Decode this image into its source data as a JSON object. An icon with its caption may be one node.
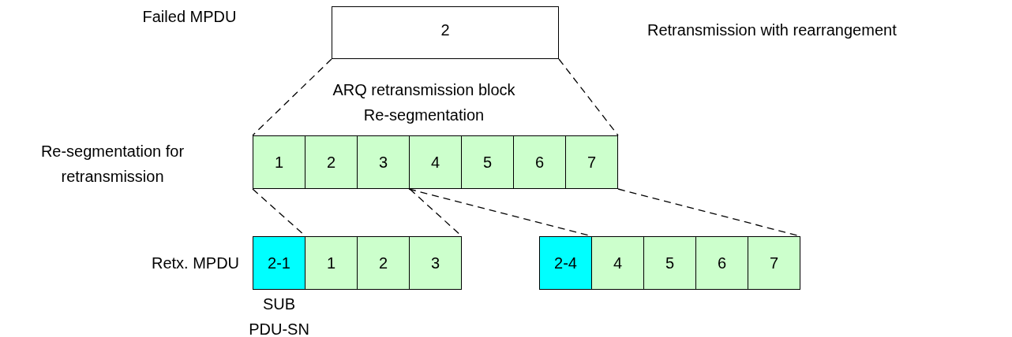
{
  "diagram": {
    "nodes": [
      {
        "text": [
          "2"
        ]
      },
      {
        "text": [
          "1"
        ]
      },
      {
        "text": [
          "2"
        ]
      },
      {
        "text": [
          "3"
        ]
      },
      {
        "text": [
          "4"
        ]
      },
      {
        "text": [
          "5"
        ]
      },
      {
        "text": [
          "6"
        ]
      },
      {
        "text": [
          "7"
        ]
      },
      {
        "text": [
          "2-1"
        ],
        "beside": [
          "SUB PDU-SN"
        ]
      },
      {
        "text": [
          "1"
        ]
      },
      {
        "text": [
          "2"
        ]
      },
      {
        "text": [
          "3"
        ]
      },
      {
        "text": [
          "2-4"
        ]
      },
      {
        "text": [
          "4"
        ]
      },
      {
        "text": [
          "5"
        ]
      },
      {
        "text": [
          "6"
        ]
      },
      {
        "text": [
          "7"
        ]
      }
    ],
    "edges": [
      {
        "from": 0,
        "to": 1,
        "arrow": "none",
        "style": "dashed"
      },
      {
        "from": 0,
        "to": 7,
        "arrow": "none",
        "style": "dashed"
      },
      {
        "from": 1,
        "to": 8,
        "arrow": "none",
        "style": "dashed"
      },
      {
        "from": 3,
        "to": 11,
        "arrow": "none",
        "style": "dashed"
      },
      {
        "from": 4,
        "to": 12,
        "arrow": "none",
        "style": "dashed"
      },
      {
        "from": 7,
        "to": 16,
        "arrow": "none",
        "style": "dashed"
      }
    ],
    "labels": [
      "Failed MPDU",
      "Retransmission with rearrangement",
      "ARQ retransmission block Re-segmentation",
      "Re-segmentation for retransmission",
      "Retx. MPDU"
    ]
  }
}
